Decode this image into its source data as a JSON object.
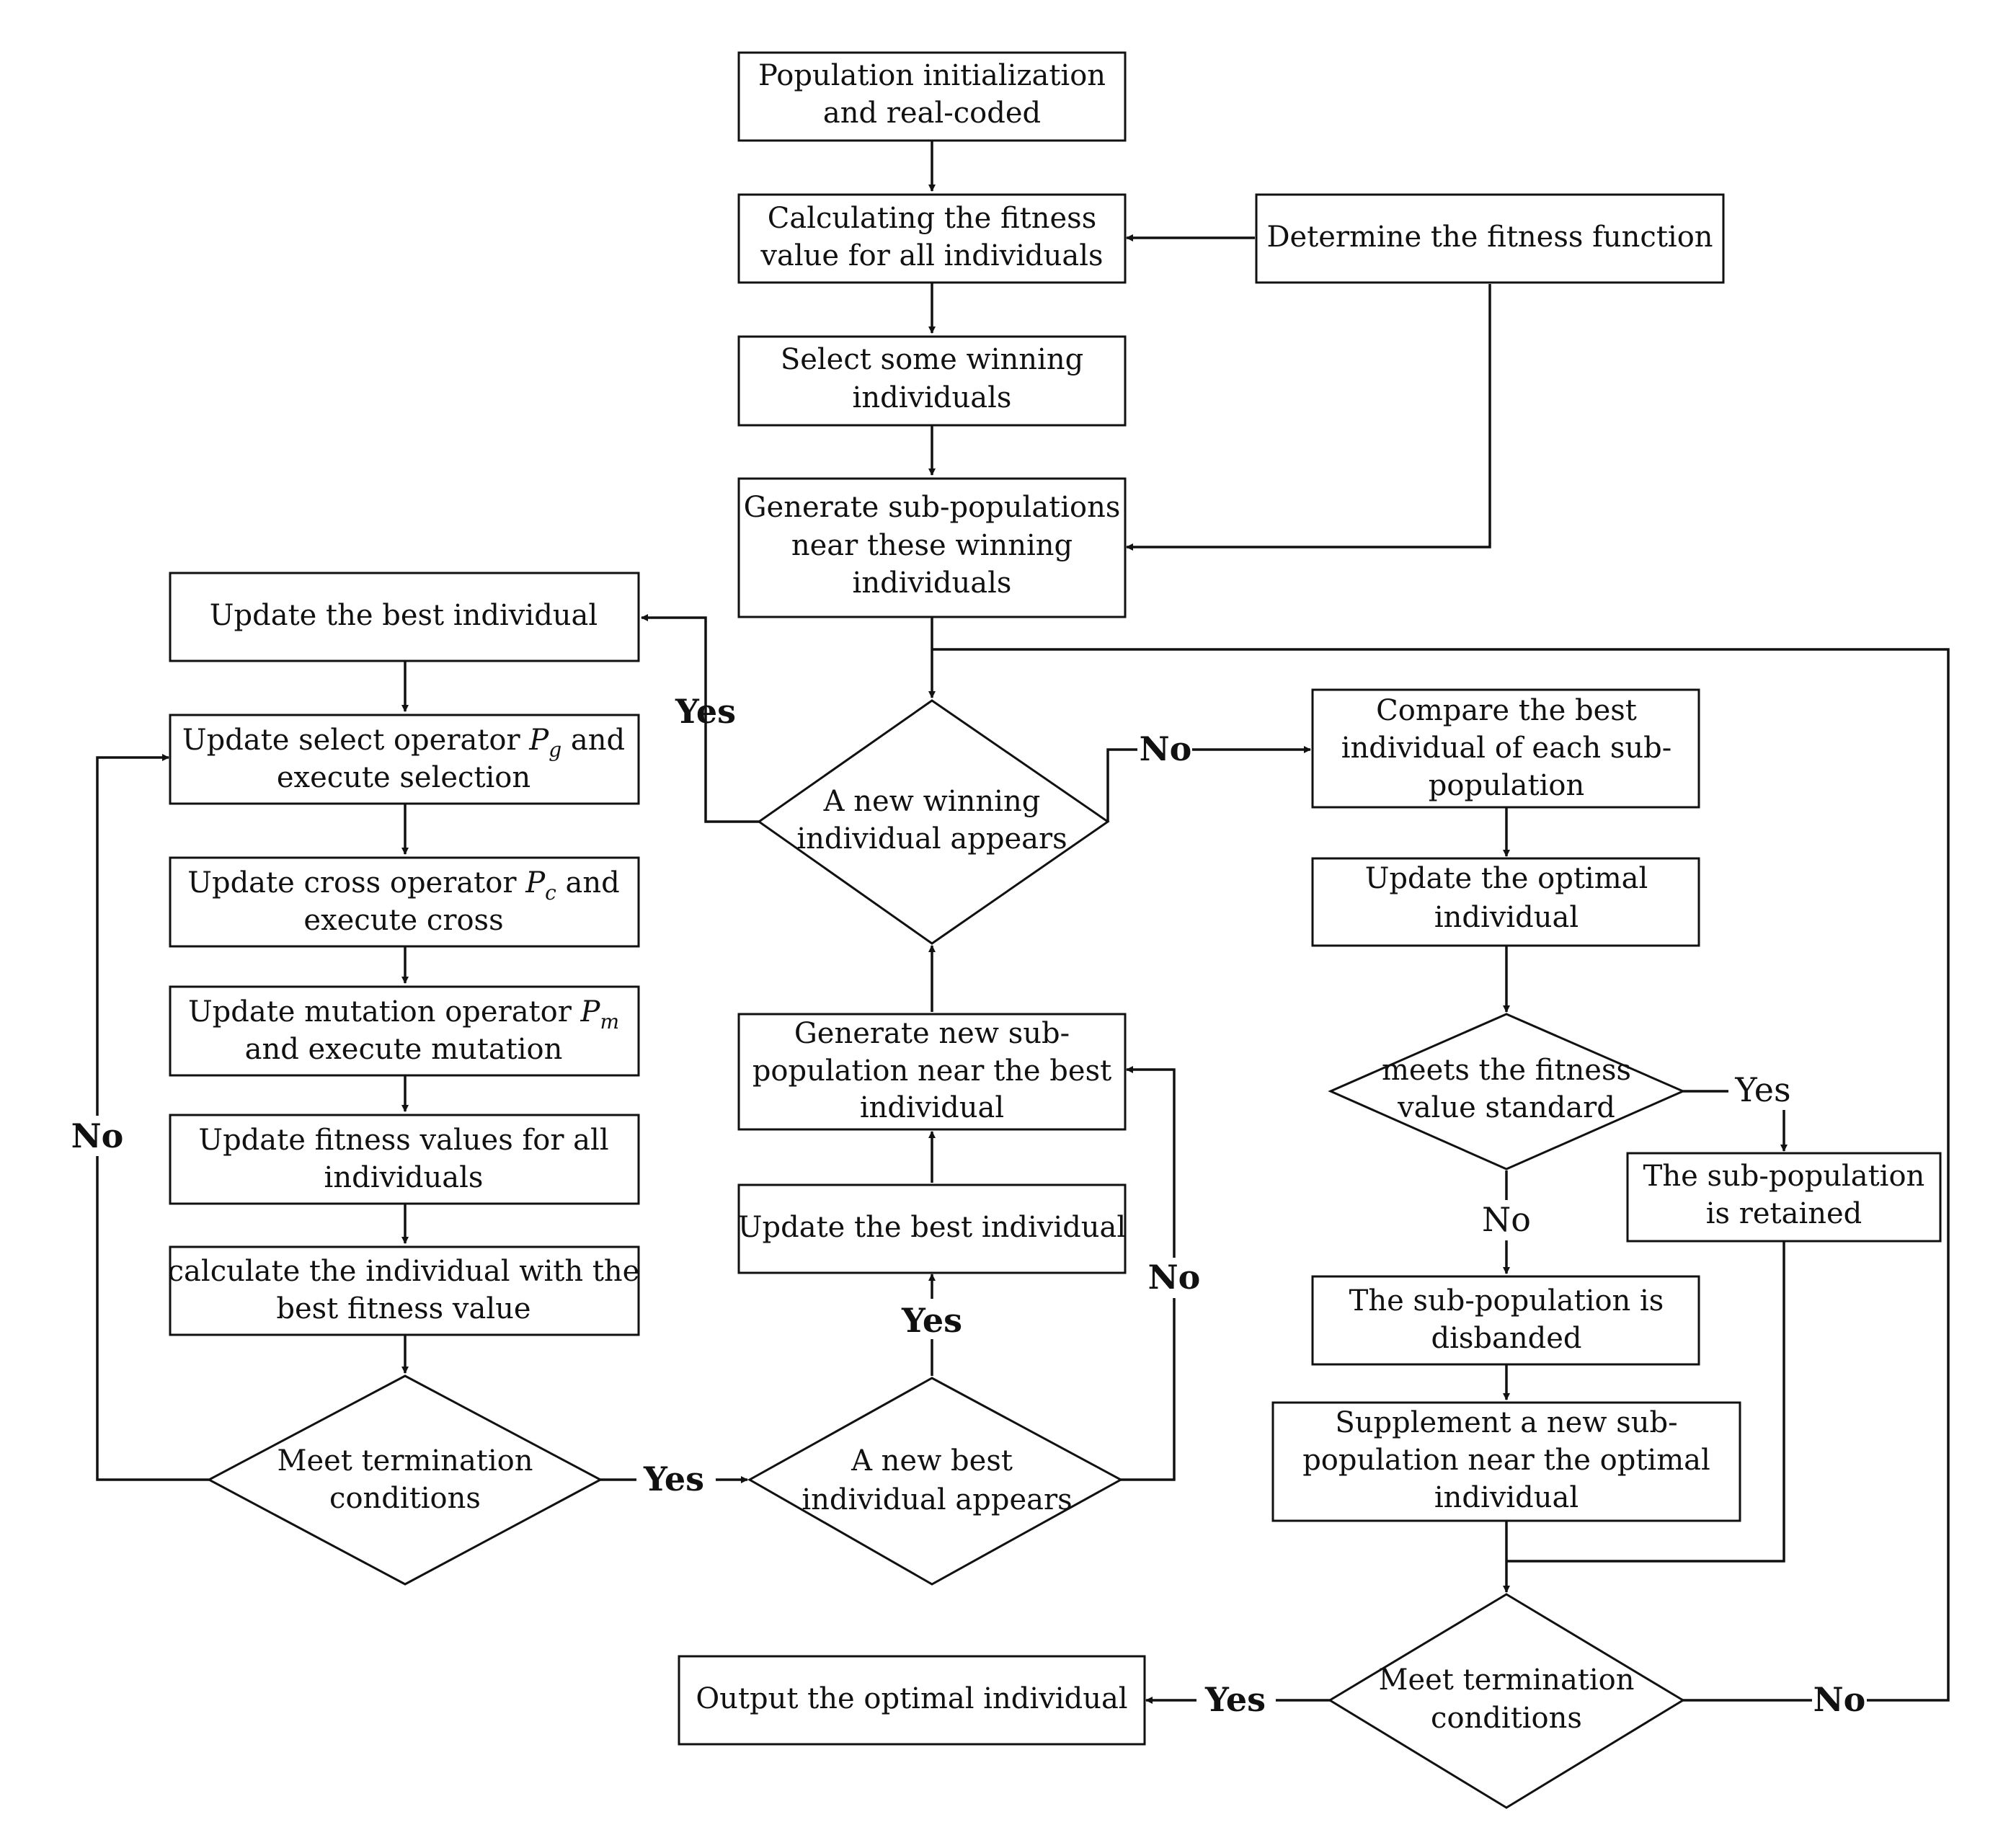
{
  "nodes": {
    "init": {
      "lines": [
        "Population initialization",
        "and real-coded"
      ]
    },
    "calc_fitness": {
      "lines": [
        "Calculating the fitness",
        "value for all individuals"
      ]
    },
    "fitness_fn": {
      "lines": [
        "Determine the fitness function"
      ]
    },
    "select_winning": {
      "lines": [
        "Select some winning",
        "individuals"
      ]
    },
    "gen_subpops": {
      "lines": [
        "Generate sub-populations",
        "near these winning",
        "individuals"
      ]
    },
    "update_best_left": {
      "lines": [
        "Update the best individual"
      ]
    },
    "update_select": {
      "lines": [
        "Update select operator ",
        " and",
        "execute selection"
      ],
      "symbol": "P",
      "sub": "g"
    },
    "update_cross": {
      "lines": [
        "Update cross operator ",
        " and",
        "execute cross"
      ],
      "symbol": "P",
      "sub": "c"
    },
    "update_mutation": {
      "lines": [
        "Update mutation operator ",
        "",
        "and execute mutation"
      ],
      "symbol": "P",
      "sub": "m"
    },
    "update_fitness_all": {
      "lines": [
        "Update fitness values for all",
        "individuals"
      ]
    },
    "calc_best_fit": {
      "lines": [
        "calculate the individual with the",
        "best fitness value"
      ]
    },
    "meet_term_left": {
      "lines": [
        "Meet termination",
        "conditions"
      ]
    },
    "new_winning": {
      "lines": [
        "A new winning",
        "individual appears"
      ]
    },
    "gen_new_sub": {
      "lines": [
        "Generate new sub-",
        "population near the best",
        "individual"
      ]
    },
    "update_best_mid": {
      "lines": [
        "Update the best individual"
      ]
    },
    "new_best": {
      "lines": [
        "A new best",
        "individual appears"
      ]
    },
    "compare_best": {
      "lines": [
        "Compare the best",
        "individual of each sub-",
        "population"
      ]
    },
    "update_optimal": {
      "lines": [
        "Update the optimal",
        "individual"
      ]
    },
    "meets_std": {
      "lines": [
        "meets the fitness",
        "value standard"
      ]
    },
    "retained": {
      "lines": [
        "The sub-population",
        "is retained"
      ]
    },
    "disbanded": {
      "lines": [
        "The sub-population is",
        "disbanded"
      ]
    },
    "supplement": {
      "lines": [
        "Supplement a new sub-",
        "population near the optimal",
        "individual"
      ]
    },
    "meet_term_right": {
      "lines": [
        "Meet termination",
        "conditions"
      ]
    },
    "output": {
      "lines": [
        "Output the optimal individual"
      ]
    }
  },
  "edge_labels": {
    "yes_new_winning": "Yes",
    "no_new_winning": "No",
    "no_left_loop": "No",
    "yes_term_left": "Yes",
    "yes_new_best": "Yes",
    "no_new_best": "No",
    "yes_meets_std": "Yes",
    "no_meets_std": "No",
    "yes_term_right": "Yes",
    "no_term_right": "No"
  }
}
